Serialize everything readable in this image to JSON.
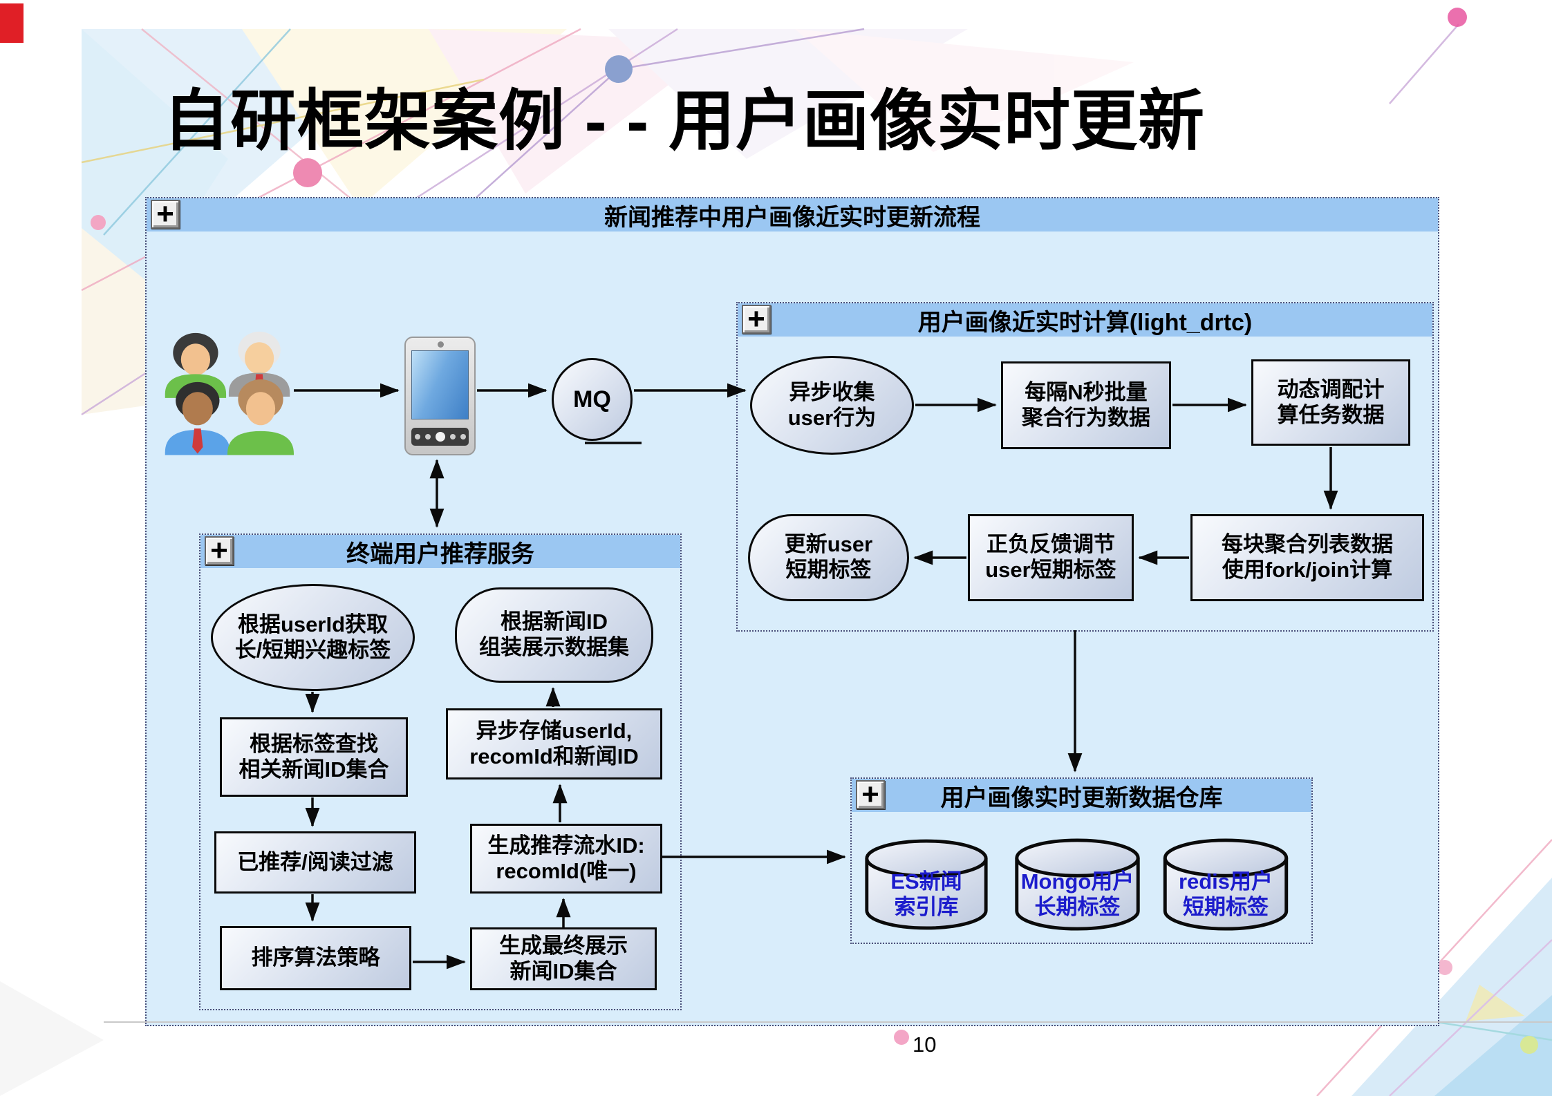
{
  "slide": {
    "title": "自研框架案例 - - 用户画像实时更新",
    "page_number": "10"
  },
  "main": {
    "expand": "+",
    "header": "新闻推荐中用户画像近实时更新流程"
  },
  "actors": {
    "mq": "MQ"
  },
  "compute": {
    "expand": "+",
    "header": "用户画像近实时计算(light_drtc)",
    "collect": "异步收集\nuser行为",
    "batch": "每隔N秒批量\n聚合行为数据",
    "dispatch": "动态调配计\n算任务数据",
    "forkjoin": "每块聚合列表数据\n使用fork/join计算",
    "feedback": "正负反馈调节\nuser短期标签",
    "update": "更新user\n短期标签"
  },
  "recommend": {
    "expand": "+",
    "header": "终端用户推荐服务",
    "get_tags": "根据userId获取\n长/短期兴趣标签",
    "assemble": "根据新闻ID\n组装展示数据集",
    "find_news": "根据标签查找\n相关新闻ID集合",
    "store": "异步存储userId,\nrecomId和新闻ID",
    "filter": "已推荐/阅读过滤",
    "gen_recomid": "生成推荐流水ID:\nrecomId(唯一)",
    "rank": "排序算法策略",
    "gen_final": "生成最终展示\n新闻ID集合"
  },
  "warehouse": {
    "expand": "+",
    "header": "用户画像实时更新数据仓库",
    "es": "ES新闻\n索引库",
    "mongo": "Mongo用户\n长期标签",
    "redis": "redis用户\n短期标签"
  }
}
